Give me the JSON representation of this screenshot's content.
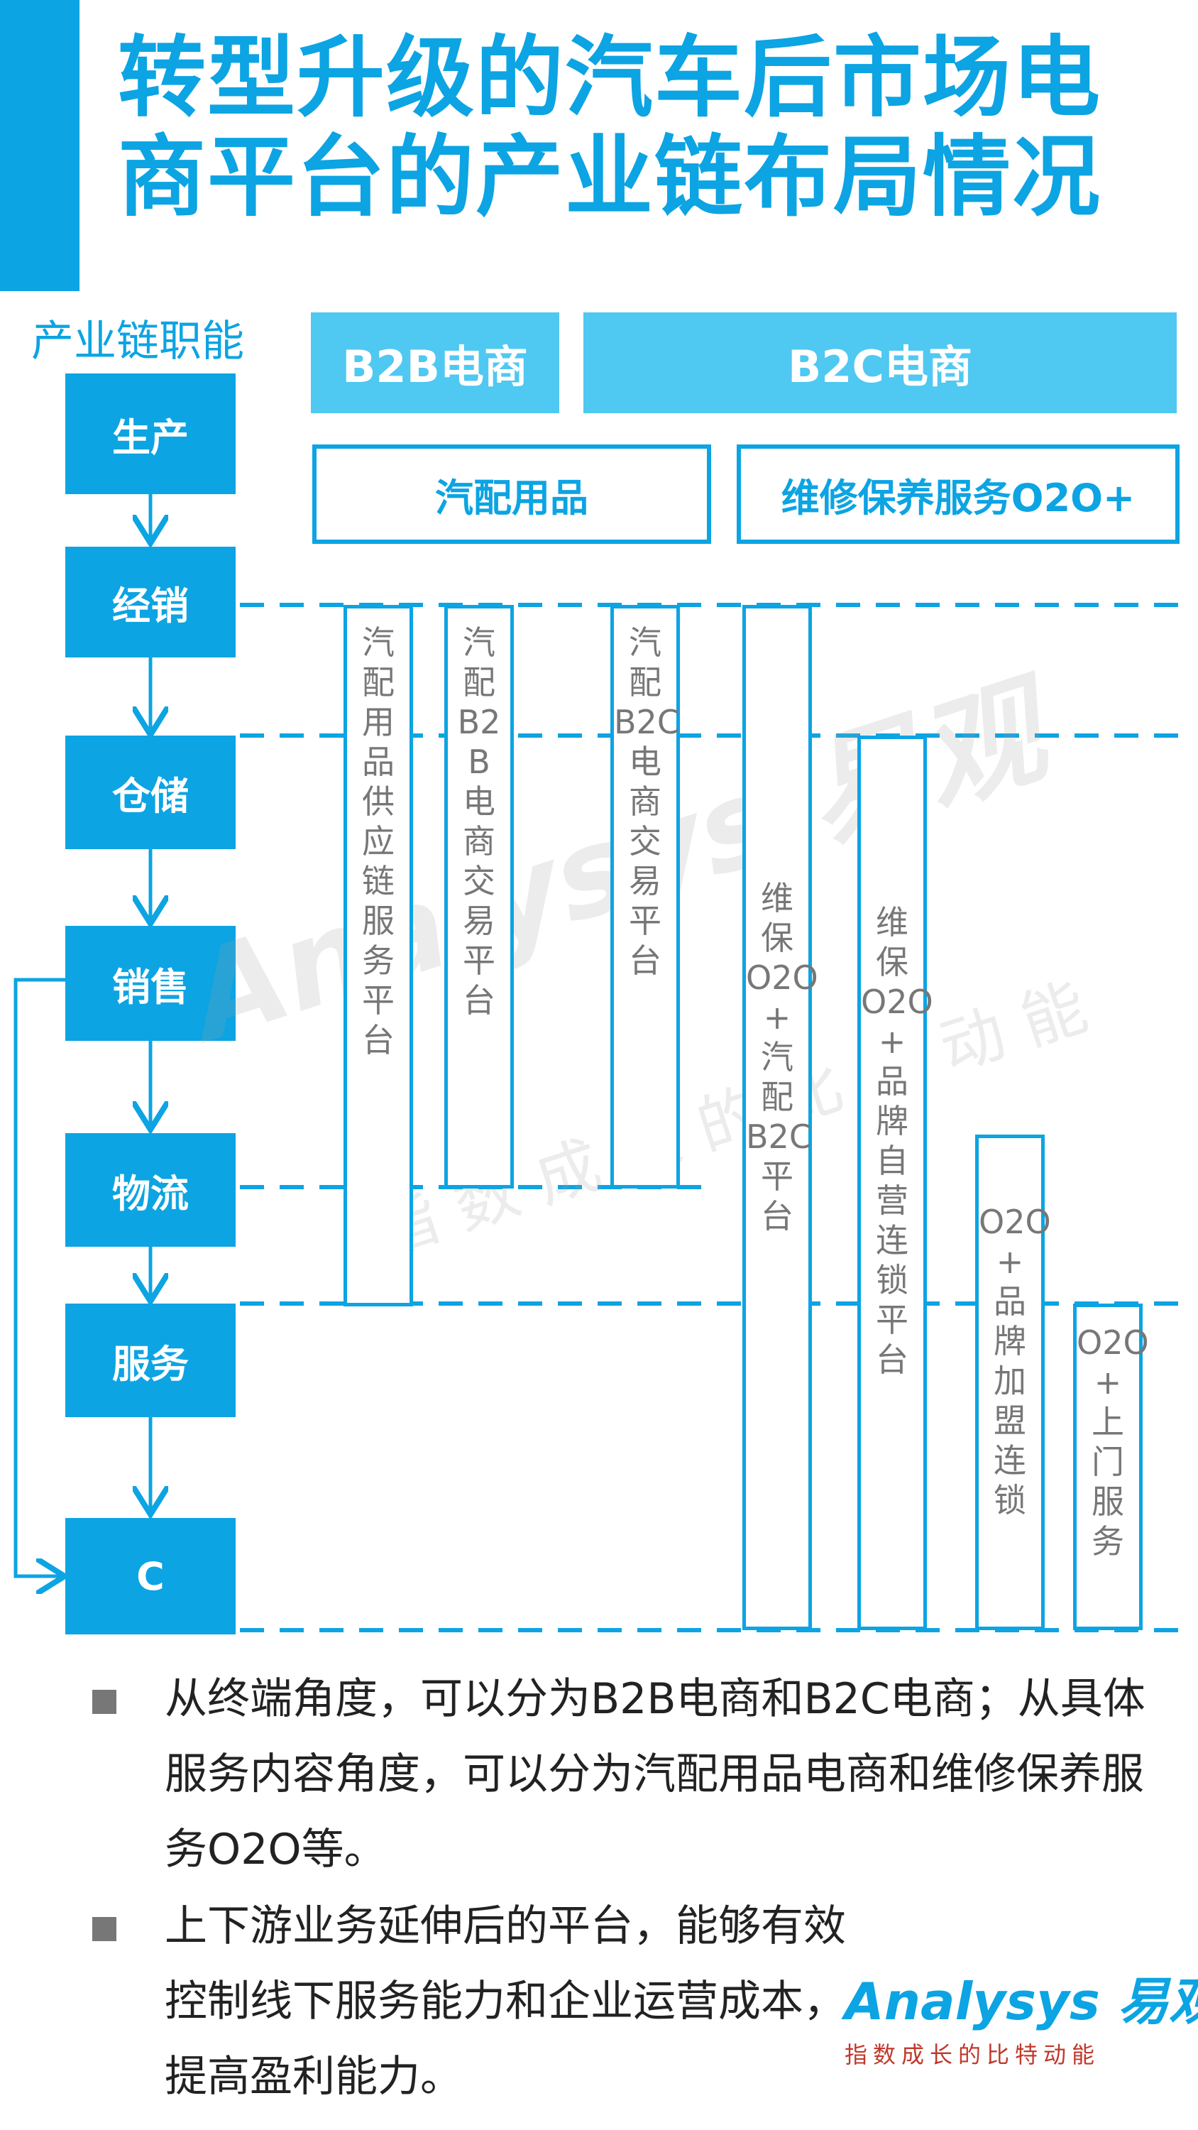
{
  "title": {
    "line1": "转型升级的汽车后市场电",
    "line2": "商平台的产业链布局情况"
  },
  "flow": {
    "label": "产业链职能",
    "stages": [
      "生产",
      "经销",
      "仓储",
      "销售",
      "物流",
      "服务",
      "C"
    ]
  },
  "headers": {
    "b2b": "B2B电商",
    "b2c": "B2C电商",
    "parts": "汽配用品",
    "service": "维修保养服务O2O+"
  },
  "platforms": [
    "汽配用品供应链服务平台",
    "汽配B2B电商交易平台",
    "汽配B2C电商交易平台",
    "维保O2O+汽配B2C平台",
    "维保O2O+品牌自营连锁平台",
    "O2O+品牌加盟连锁",
    "O2O+上门服务"
  ],
  "watermark": {
    "main": "Analysys 易观",
    "sub": "指数成长的比特动能"
  },
  "bullets": [
    "从终端角度，可以分为B2B电商和B2C电商；从具体服务内容角度，可以分为汽配用品电商和维修保养服务O2O等。",
    "上下游业务延伸后的平台，能够有效控制线下服务能力和企业运营成本，提高盈利能力。"
  ],
  "brand": {
    "main": "Analysys 易观",
    "sub": "指数成长的比特动能"
  },
  "colors": {
    "primary": "#0ca4e3",
    "light": "#4fc8f2",
    "text": "#222222",
    "column_text": "#777777"
  }
}
